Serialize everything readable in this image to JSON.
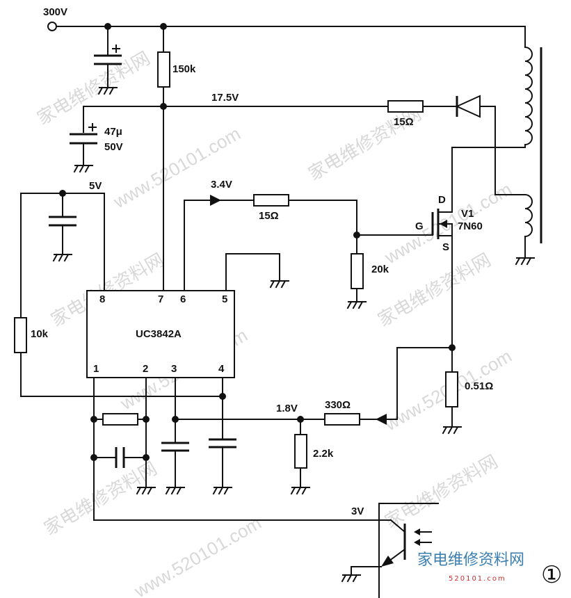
{
  "labels": {
    "supply": "300V",
    "r_start": "150k",
    "vcc_rail": "17.5V",
    "r_fb_diode": "15Ω",
    "cap_value": "47μ",
    "cap_voltage": "50V",
    "v_ref": "5V",
    "v_gate": "3.4V",
    "r_gate": "15Ω",
    "r_gate_pd": "20k",
    "mosfet_ref": "V1",
    "mosfet_part": "7N60",
    "pin_d": "D",
    "pin_g": "G",
    "pin_s": "S",
    "r_timing": "10k",
    "ic": "UC3842A",
    "ic_pins": [
      "8",
      "7",
      "6",
      "5",
      "1",
      "2",
      "3",
      "4"
    ],
    "r_sense": "0.51Ω",
    "v_cs": "1.8V",
    "r_cs": "330Ω",
    "r_cs_pd": "2.2k",
    "v_opto": "3V",
    "figure_number": "①"
  },
  "watermark": {
    "text_cn": "家电维修资料网",
    "text_url": "www.520101.com",
    "logo_cn": "家电维修资料网",
    "logo_url": "520101.com"
  }
}
